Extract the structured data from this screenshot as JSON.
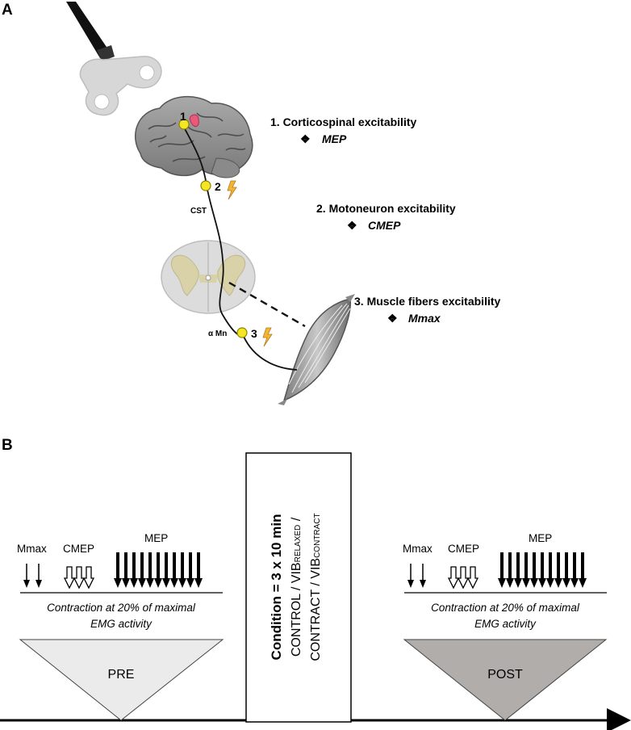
{
  "panel_a": {
    "letter": "A",
    "site1": {
      "number": "1",
      "title": "1. Corticospinal excitability",
      "bullet": "❖",
      "measure": "MEP"
    },
    "site2": {
      "number": "2",
      "title": "2. Motoneuron excitability",
      "bullet": "❖",
      "measure": "CMEP"
    },
    "site3": {
      "number": "3",
      "title": "3. Muscle fibers excitability",
      "bullet": "❖",
      "measure": "Mmax"
    },
    "cst_label": "CST",
    "amn_label": "α Mn",
    "stim_icon": "lightning-bolt-icon",
    "marker_color": "#f5e623"
  },
  "panel_b": {
    "letter": "B",
    "pre": {
      "mmax_label": "Mmax",
      "cmep_label": "CMEP",
      "mep_label": "MEP",
      "contraction_line1": "Contraction at 20% of maximal",
      "contraction_line2": "EMG activity",
      "block_label": "PRE",
      "block_color": "#ebebeb",
      "mmax_arrows": 2,
      "cmep_arrows": 3,
      "mep_arrows": 11
    },
    "condition": {
      "title": "Condition = 3 x 10 min",
      "line1_a": "CONTROL / VIB",
      "line1_sub": "RELAXED",
      "line1_b": " /",
      "line2_a": "CONTRACT / VIB",
      "line2_sub": "CONTRACT"
    },
    "post": {
      "mmax_label": "Mmax",
      "cmep_label": "CMEP",
      "mep_label": "MEP",
      "contraction_line1": "Contraction at 20% of maximal",
      "contraction_line2": "EMG activity",
      "block_label": "POST",
      "block_color": "#b0adab",
      "mmax_arrows": 2,
      "cmep_arrows": 3,
      "mep_arrows": 11
    }
  }
}
